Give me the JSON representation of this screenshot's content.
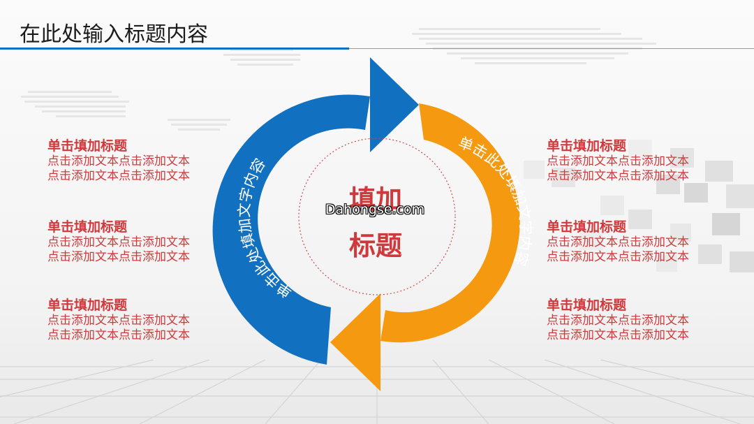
{
  "slide": {
    "title": "在此处输入标题内容",
    "center": {
      "line1": "填加",
      "line2": "标题"
    },
    "arcs": {
      "blue_text": "单击此处填加文字内容",
      "orange_text": "单击此处填加文字内容"
    },
    "watermark": "Dahongse.com",
    "left_blocks": [
      {
        "title": "单击填加标题",
        "line1": "点击添加文本点击添加文本",
        "line2": "点击添加文本点击添加文本"
      },
      {
        "title": "单击填加标题",
        "line1": "点击添加文本点击添加文本",
        "line2": "点击添加文本点击添加文本"
      },
      {
        "title": "单击填加标题",
        "line1": "点击添加文本点击添加文本",
        "line2": "点击添加文本点击添加文本"
      }
    ],
    "right_blocks": [
      {
        "title": "单击填加标题",
        "line1": "点击添加文本点击添加文本",
        "line2": "点击添加文本点击添加文本"
      },
      {
        "title": "单击填加标题",
        "line1": "点击添加文本点击添加文本",
        "line2": "点击添加文本点击添加文本"
      },
      {
        "title": "单击填加标题",
        "line1": "点击添加文本点击添加文本",
        "line2": "点击添加文本点击添加文本"
      }
    ],
    "colors": {
      "blue": "#1170bf",
      "orange": "#f59a10",
      "accent_red": "#d0393b",
      "title_rule": "#0f70c0"
    }
  }
}
